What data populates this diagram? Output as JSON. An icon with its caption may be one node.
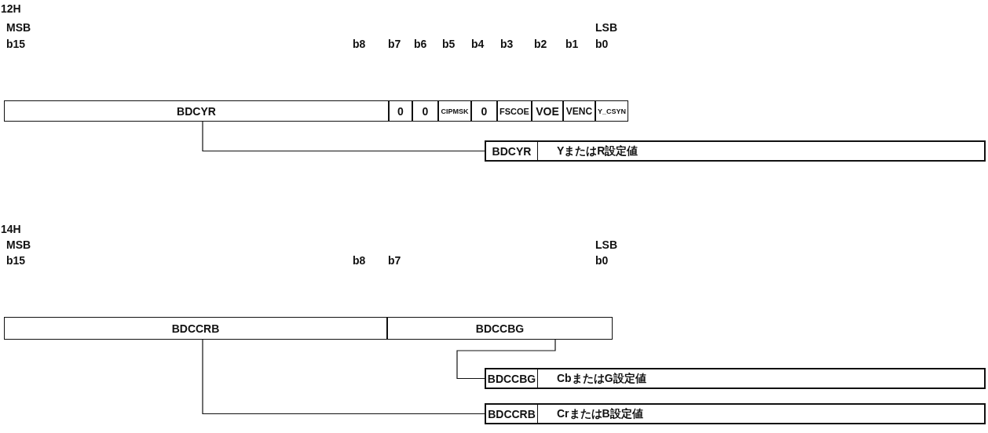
{
  "diagram": {
    "nodes": [
      {
        "text": [
          "BDCYR"
        ]
      },
      {
        "text": [
          "0"
        ]
      },
      {
        "text": [
          "0"
        ]
      },
      {
        "text": [
          "CIPMSK"
        ]
      },
      {
        "text": [
          "0"
        ]
      },
      {
        "text": [
          "FSCOE"
        ]
      },
      {
        "text": [
          "VOE"
        ]
      },
      {
        "text": [
          "VENC"
        ]
      },
      {
        "text": [
          "Y_CSYN"
        ]
      },
      {
        "text": [
          "BDCYR",
          "YまたはR設定値"
        ]
      },
      {
        "text": [
          "BDCCRB"
        ]
      },
      {
        "text": [
          "BDCCBG"
        ]
      },
      {
        "text": [
          "BDCCBG",
          "CbまたはG設定値"
        ]
      },
      {
        "text": [
          "BDCCRB",
          "CrまたはB設定値"
        ]
      }
    ],
    "edges": [
      {
        "from": 0,
        "to": 9,
        "arrow": "none"
      },
      {
        "from": 11,
        "to": 12,
        "arrow": "none"
      },
      {
        "from": 10,
        "to": 13,
        "arrow": "none"
      }
    ],
    "labels": [
      "12H",
      "MSB",
      "LSB",
      "b15",
      "b8",
      "b7",
      "b6",
      "b5",
      "b4",
      "b3",
      "b2",
      "b1",
      "b0",
      "14H",
      "MSB",
      "LSB",
      "b15",
      "b8",
      "b7",
      "b0"
    ]
  }
}
